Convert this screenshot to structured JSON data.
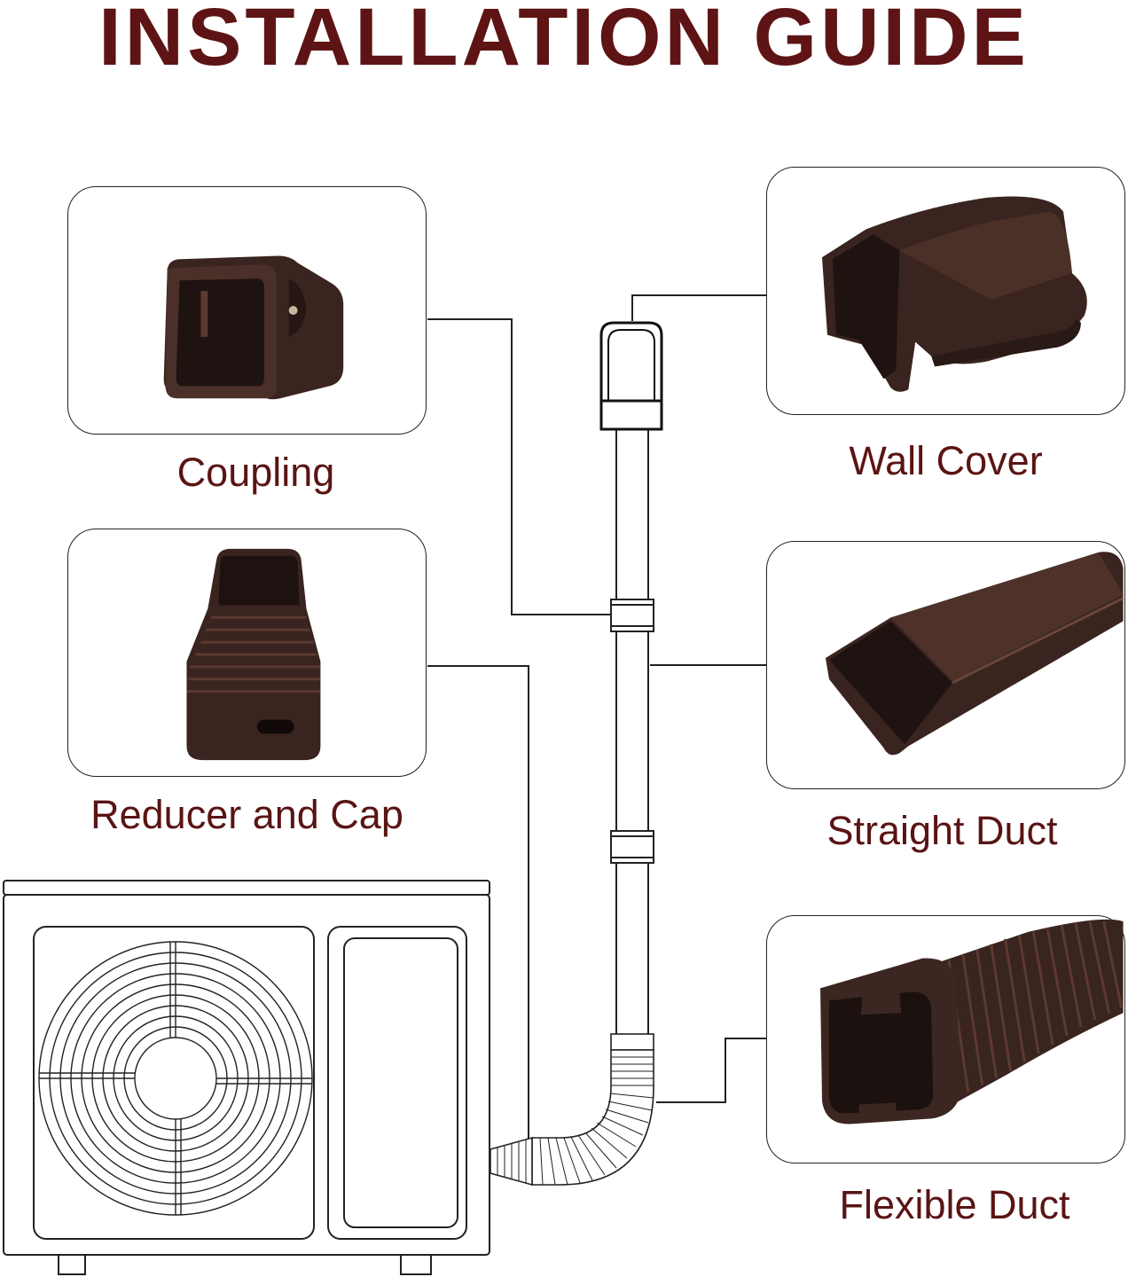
{
  "title": "INSTALLATION GUIDE",
  "colors": {
    "title": "#5e1414",
    "label": "#5a1414",
    "part": "#3a2420",
    "line": "#222222"
  },
  "parts": [
    {
      "id": "coupling",
      "label": "Coupling"
    },
    {
      "id": "reducer",
      "label": "Reducer and Cap"
    },
    {
      "id": "wall-cover",
      "label": "Wall Cover"
    },
    {
      "id": "straight-duct",
      "label": "Straight Duct"
    },
    {
      "id": "flexible-duct",
      "label": "Flexible Duct"
    }
  ]
}
